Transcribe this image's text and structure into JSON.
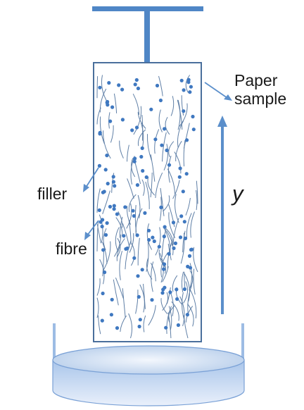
{
  "labels": {
    "paper_sample_line1": "Paper",
    "paper_sample_line2": "sample",
    "filler": "filler",
    "fibre": "fibre",
    "axis": "y"
  },
  "colors": {
    "accent": "#5b8fcb",
    "clamp": "#4f86c6",
    "fibre_line": "#5f7fa6",
    "filler_dot": "#3f78c0",
    "dish_light": "#e6eefa",
    "dish_mid": "#b4cdec",
    "dish_dark": "#9dbce4",
    "text": "#1a1a1a"
  }
}
